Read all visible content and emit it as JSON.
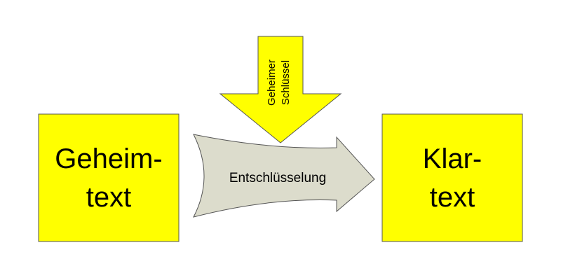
{
  "diagram": {
    "ciphertext_box": {
      "line1": "Geheim-",
      "line2": "text"
    },
    "plaintext_box": {
      "line1": "Klar-",
      "line2": "text"
    },
    "decryption_arrow": {
      "label": "Entschlüsselung"
    },
    "key_arrow": {
      "line1": "Geheimer",
      "line2": "Schlüssel"
    }
  },
  "colors": {
    "box_fill": "#ffff00",
    "arrow_fill": "#dcdccc",
    "key_arrow_fill": "#ffff00",
    "stroke": "#555555"
  }
}
